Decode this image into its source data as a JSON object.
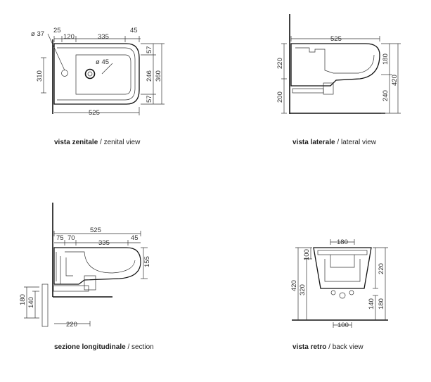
{
  "views": {
    "zenital": {
      "caption_bold": "vista zenitale",
      "caption_sep": " / ",
      "caption_rest": "zenital view",
      "dims": {
        "hole": "ø 37",
        "d25": "25",
        "d120": "120",
        "d335": "335",
        "d45": "45",
        "tap": "ø 45",
        "d310": "310",
        "d57a": "57",
        "d246": "246",
        "d360": "360",
        "d57b": "57",
        "d525": "525"
      }
    },
    "lateral": {
      "caption_bold": "vista laterale",
      "caption_sep": " / ",
      "caption_rest": "lateral view",
      "dims": {
        "d525": "525",
        "d220": "220",
        "d200": "200",
        "d180": "180",
        "d420": "420",
        "d240": "240"
      }
    },
    "section": {
      "caption_bold": "sezione longitudinale",
      "caption_sep": " / ",
      "caption_rest": "section",
      "dims": {
        "d525": "525",
        "d75": "75",
        "d70": "70",
        "d335": "335",
        "d45": "45",
        "d155": "155",
        "d180": "180",
        "d140": "140",
        "d220": "220"
      }
    },
    "back": {
      "caption_bold": "vista retro",
      "caption_sep": " / ",
      "caption_rest": "back view",
      "dims": {
        "d180": "180",
        "d100a": "100",
        "d220": "220",
        "d420": "420",
        "d320": "320",
        "d140": "140",
        "d180b": "180",
        "d100b": "100"
      }
    }
  }
}
